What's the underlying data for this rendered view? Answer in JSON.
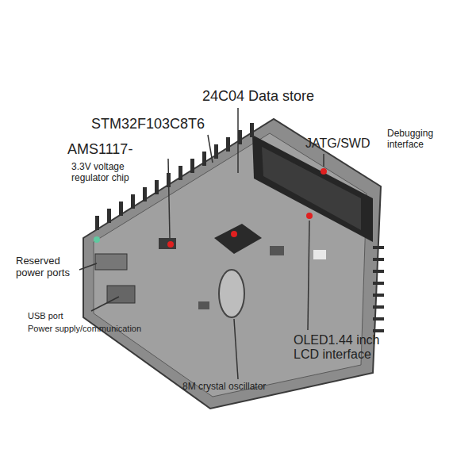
{
  "diagram": {
    "labels": [
      "24C04 Data store",
      "STM32F103C8T6",
      "AMS1117-",
      "3.3V voltage regulator chip",
      "JATG/SWD",
      "Debugging interface",
      "Reserved power ports",
      "USB port",
      "Power supply/communication",
      "OLED1.44 inch LCD interface",
      "8M crystal oscillator"
    ]
  }
}
